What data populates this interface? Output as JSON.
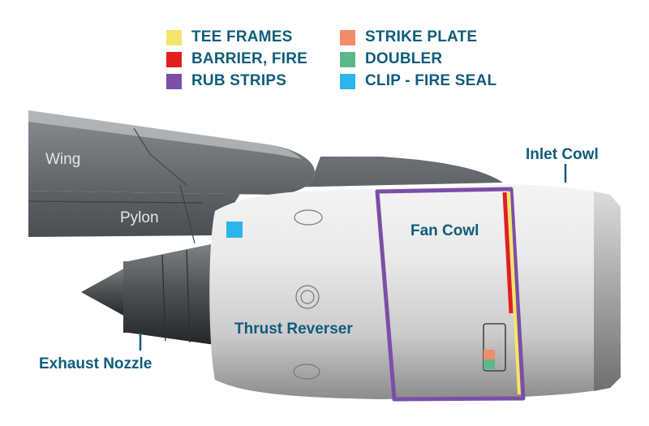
{
  "legend": {
    "items": [
      {
        "label": "TEE FRAMES",
        "color": "#f5e46a"
      },
      {
        "label": "BARRIER, FIRE",
        "color": "#e0201f"
      },
      {
        "label": "RUB STRIPS",
        "color": "#7b4fa6"
      },
      {
        "label": "STRIKE PLATE",
        "color": "#f08c6a"
      },
      {
        "label": "DOUBLER",
        "color": "#5cb88a"
      },
      {
        "label": "CLIP - FIRE SEAL",
        "color": "#2bb5ea"
      }
    ]
  },
  "labels": {
    "wing": "Wing",
    "pylon": "Pylon",
    "inlet_cowl": "Inlet Cowl",
    "fan_cowl": "Fan Cowl",
    "thrust_reverser": "Thrust Reverser",
    "exhaust_nozzle": "Exhaust Nozzle"
  }
}
